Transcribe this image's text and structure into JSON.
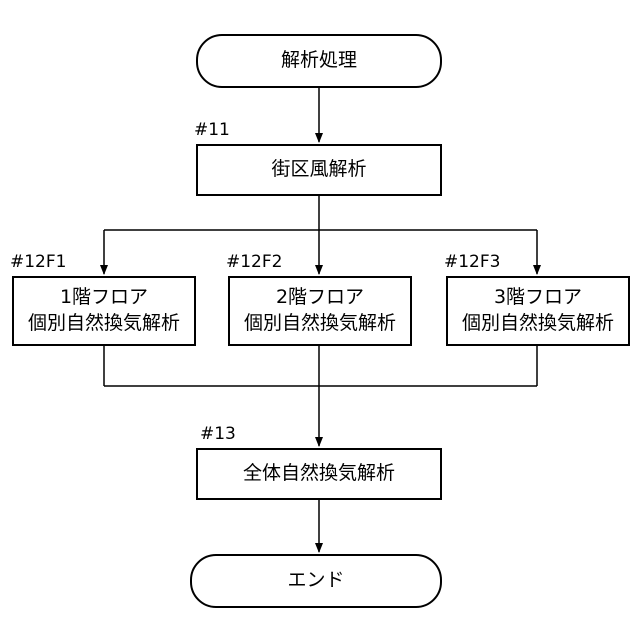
{
  "start": {
    "label": "解析処理"
  },
  "street_wind": {
    "step": "#11",
    "label": "街区風解析"
  },
  "floors": [
    {
      "step": "#12F1",
      "line1": "1階フロア",
      "line2": "個別自然換気解析"
    },
    {
      "step": "#12F2",
      "line1": "2階フロア",
      "line2": "個別自然換気解析"
    },
    {
      "step": "#12F3",
      "line1": "3階フロア",
      "line2": "個別自然換気解析"
    }
  ],
  "overall": {
    "step": "#13",
    "label": "全体自然換気解析"
  },
  "end": {
    "label": "エンド"
  }
}
